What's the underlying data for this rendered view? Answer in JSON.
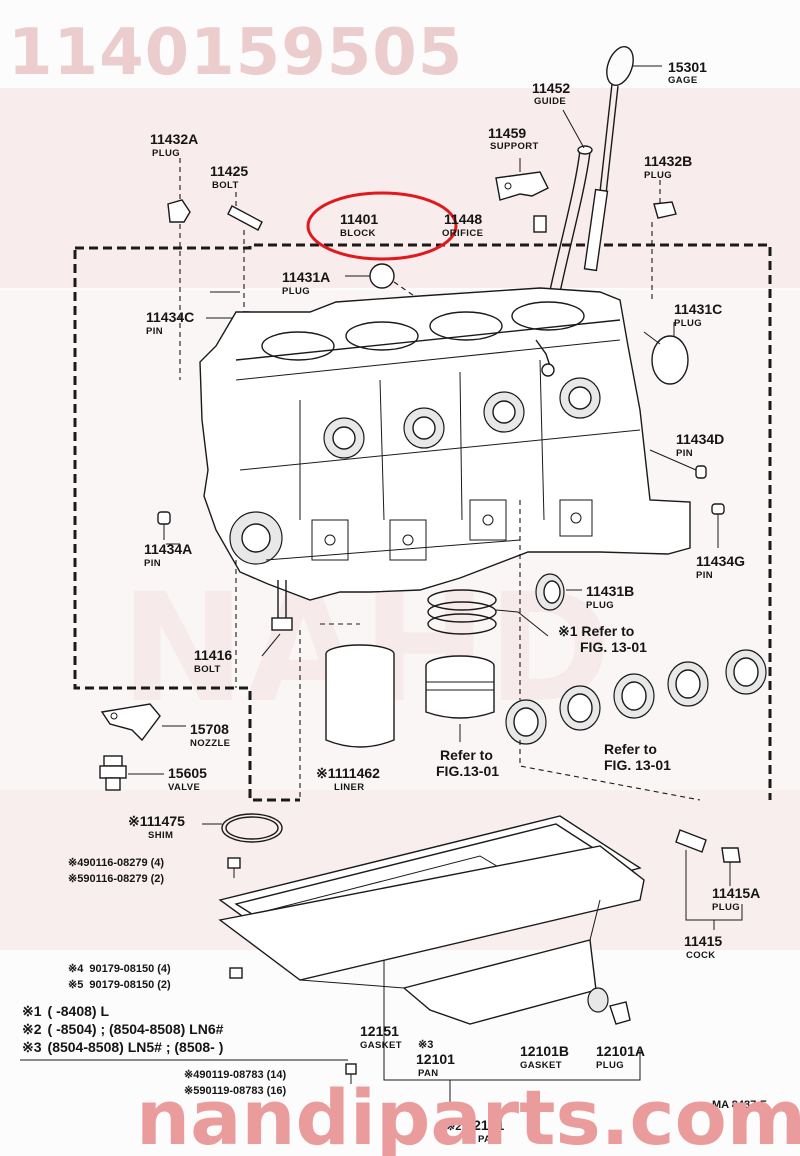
{
  "watermark": {
    "number": "1140159505",
    "site": "nandiparts.com"
  },
  "diagram_id": "MA 8487-F",
  "highlight_color": "#e0191d",
  "watermark_color": "#e7a3a3",
  "parts": {
    "gage": {
      "number": "15301",
      "name": "GAGE"
    },
    "guide": {
      "number": "11452",
      "name": "GUIDE"
    },
    "support": {
      "number": "11459",
      "name": "SUPPORT"
    },
    "plug_11432a": {
      "number": "11432A",
      "name": "PLUG"
    },
    "bolt_11425": {
      "number": "11425",
      "name": "BOLT"
    },
    "block": {
      "number": "11401",
      "name": "BLOCK"
    },
    "orifice": {
      "number": "11448",
      "name": "ORIFICE"
    },
    "plug_11432b": {
      "number": "11432B",
      "name": "PLUG"
    },
    "plug_11431a": {
      "number": "11431A",
      "name": "PLUG"
    },
    "pin_11434c": {
      "number": "11434C",
      "name": "PIN"
    },
    "plug_11431c": {
      "number": "11431C",
      "name": "PLUG"
    },
    "pin_11434d": {
      "number": "11434D",
      "name": "PIN"
    },
    "pin_11434a": {
      "number": "11434A",
      "name": "PIN"
    },
    "pin_11434g": {
      "number": "11434G",
      "name": "PIN"
    },
    "plug_11431b": {
      "number": "11431B",
      "name": "PLUG"
    },
    "bolt_11416": {
      "number": "11416",
      "name": "BOLT"
    },
    "nozzle": {
      "number": "15708",
      "name": "NOZZLE"
    },
    "valve": {
      "number": "15605",
      "name": "VALVE"
    },
    "liner": {
      "number": "111462",
      "name": "LINER",
      "mark": "※1"
    },
    "shim": {
      "number": "11475",
      "name": "SHIM",
      "mark": "※1"
    },
    "plug_11415a": {
      "number": "11415A",
      "name": "PLUG"
    },
    "cock": {
      "number": "11415",
      "name": "COCK"
    },
    "gasket_12151": {
      "number": "12151",
      "name": "GASKET"
    },
    "pan_12101": {
      "number": "12101",
      "name": "PAN",
      "mark": "※3"
    },
    "gasket_12101b": {
      "number": "12101B",
      "name": "GASKET"
    },
    "plug_12101a": {
      "number": "12101A",
      "name": "PLUG"
    },
    "pan_12101_2": {
      "number": "12101",
      "name": "PAN",
      "mark": "※2"
    }
  },
  "refs": {
    "rings": {
      "line1": "※1 Refer to",
      "line2": "FIG. 13-01"
    },
    "piston": {
      "line1": "Refer to",
      "line2": "FIG.13-01"
    },
    "bearings": {
      "line1": "Refer to",
      "line2": "FIG. 13-01"
    }
  },
  "bolt_refs": [
    {
      "mark": "※4",
      "text": "90116-08279 (4)"
    },
    {
      "mark": "※5",
      "text": "90116-08279 (2)"
    },
    {
      "mark": "※4",
      "text": "90179-08150 (4)"
    },
    {
      "mark": "※5",
      "text": "90179-08150 (2)"
    },
    {
      "mark": "※4",
      "text": "90119-08783 (14)"
    },
    {
      "mark": "※5",
      "text": "90119-08783 (16)"
    }
  ],
  "footnotes": [
    {
      "mark": "※1",
      "text": "(        -8408) L"
    },
    {
      "mark": "※2",
      "text": "(        -8504) ; (8504-8508) LN6#"
    },
    {
      "mark": "※3",
      "text": "(8504-8508) LN5# ; (8508-            )"
    }
  ]
}
